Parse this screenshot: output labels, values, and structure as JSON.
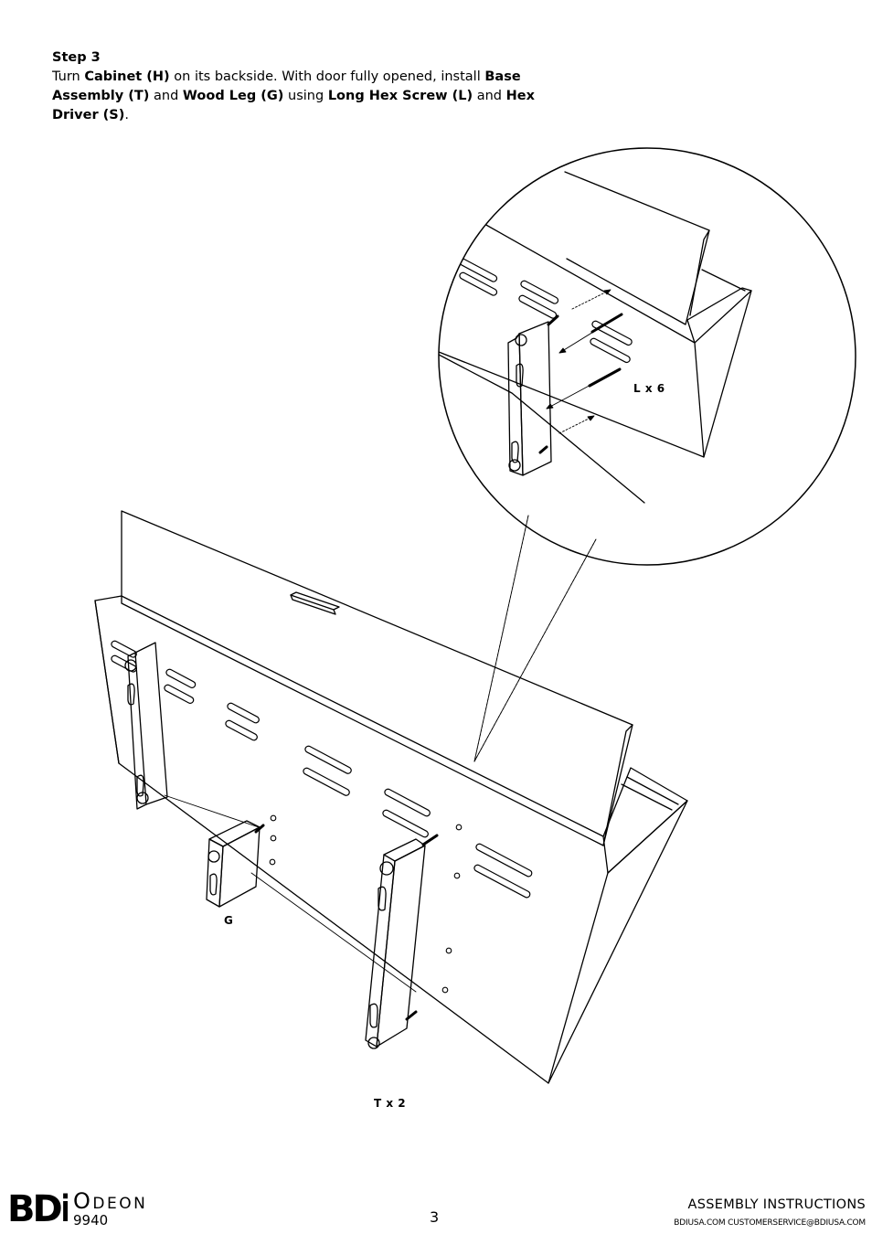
{
  "step": {
    "title": "Step 3",
    "lines": [
      [
        {
          "t": "Turn ",
          "b": false
        },
        {
          "t": "Cabinet (H)",
          "b": true
        },
        {
          "t": " on its backside.  With door fully opened, install ",
          "b": false
        },
        {
          "t": "Base",
          "b": true
        }
      ],
      [
        {
          "t": "Assembly (T)",
          "b": true
        },
        {
          "t": " and ",
          "b": false
        },
        {
          "t": "Wood Leg (G)",
          "b": true
        },
        {
          "t": " using ",
          "b": false
        },
        {
          "t": "Long Hex Screw (L)",
          "b": true
        },
        {
          "t": " and ",
          "b": false
        },
        {
          "t": "Hex",
          "b": true
        }
      ],
      [
        {
          "t": "Driver (S)",
          "b": true
        },
        {
          "t": ".",
          "b": false
        }
      ]
    ]
  },
  "labels": {
    "screws": "L x 6",
    "leg": "G",
    "base": "T x 2"
  },
  "footer": {
    "logo_text": "BDi",
    "brand": "Odeon",
    "model": "9940",
    "page_number": "3",
    "doc_title": "ASSEMBLY INSTRUCTIONS",
    "contact": "BDIUSA.COM  CUSTOMERSERVICE@BDIUSA.COM"
  }
}
